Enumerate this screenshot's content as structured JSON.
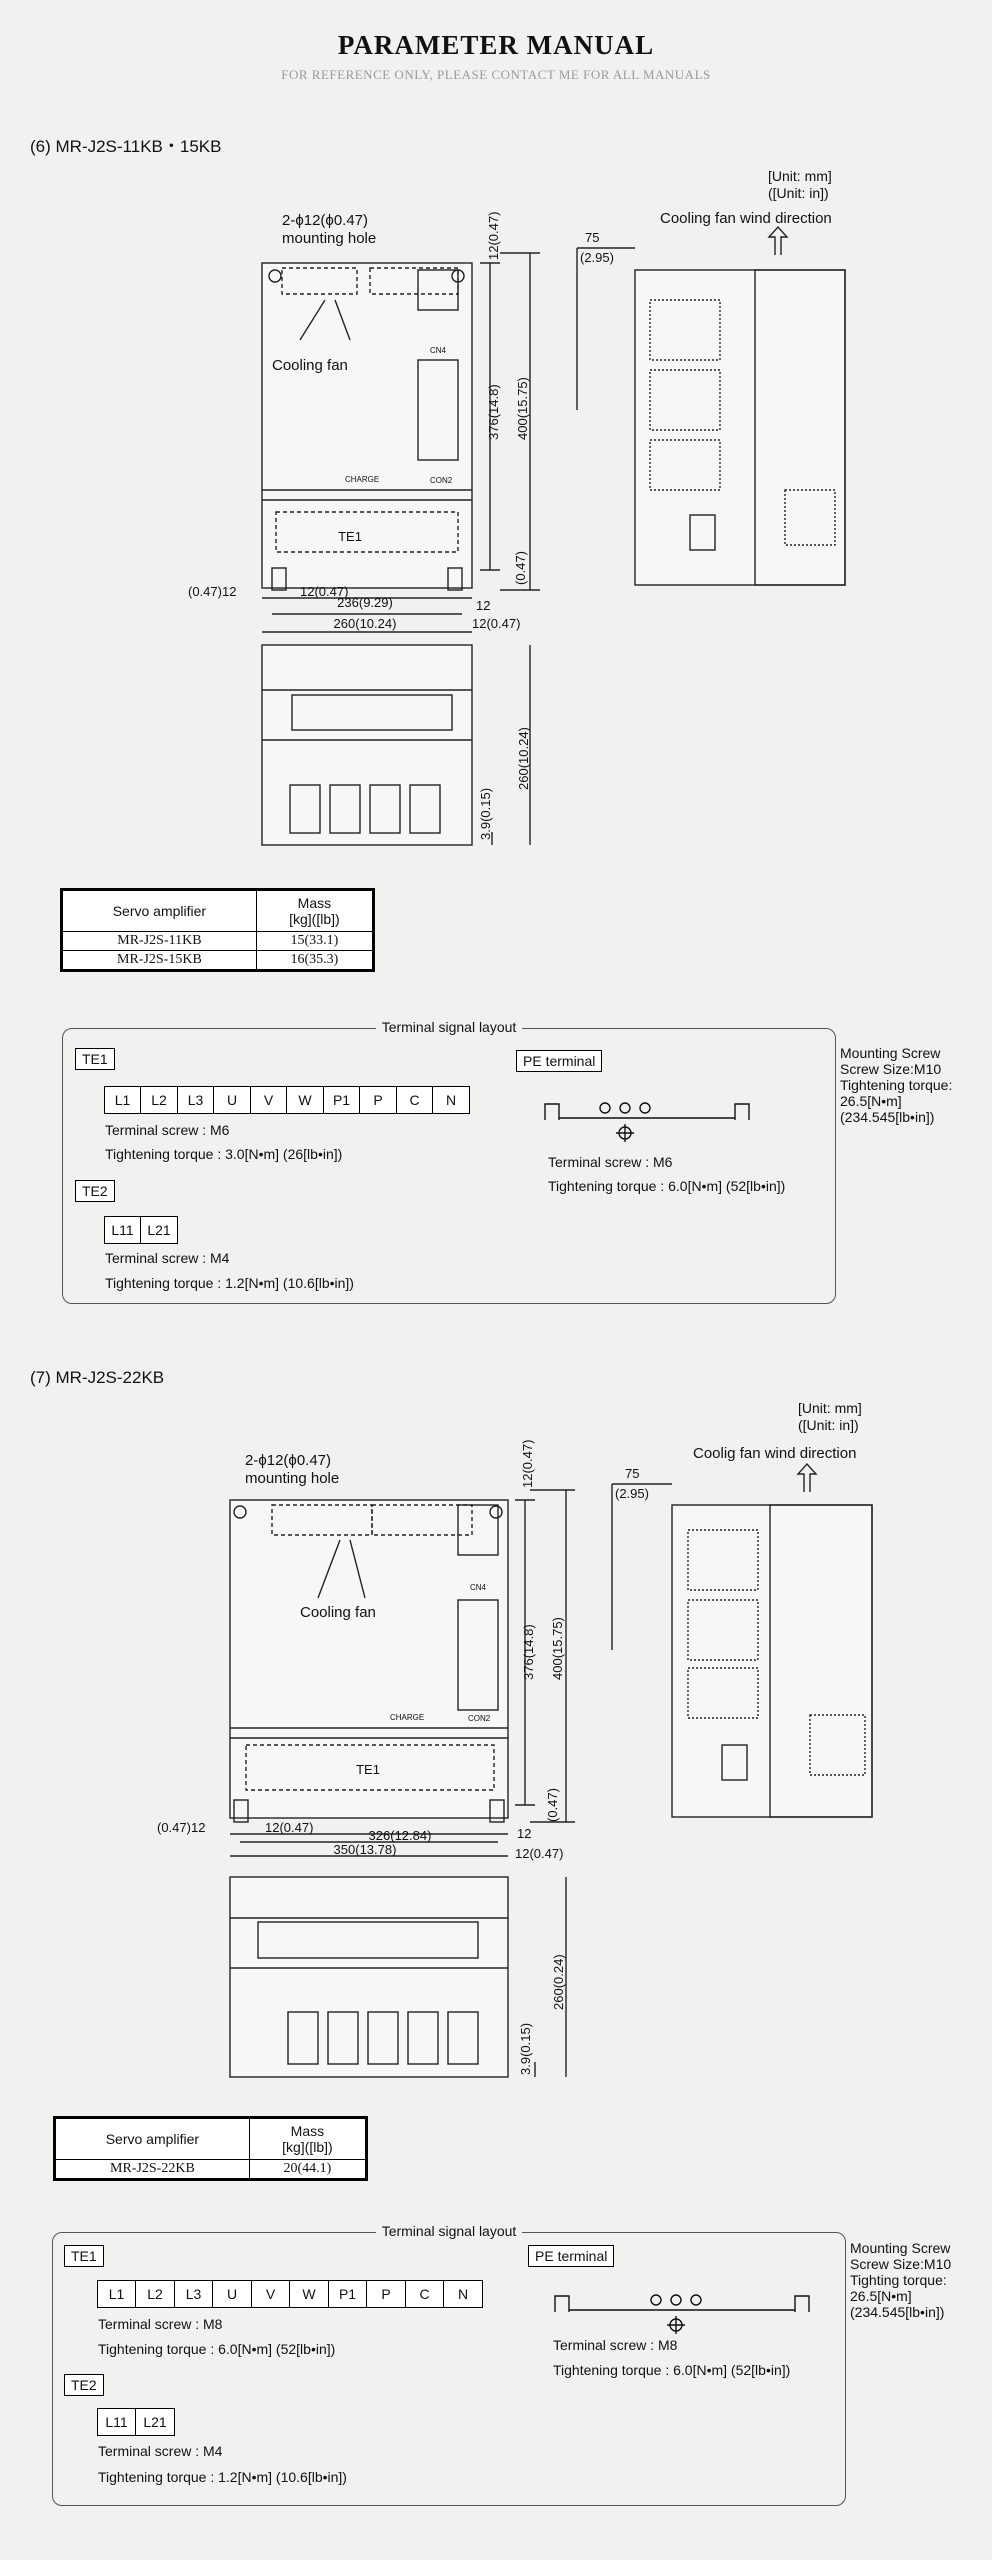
{
  "header": {
    "title": "PARAMETER MANUAL",
    "subtitle": "FOR REFERENCE ONLY, PLEASE CONTACT ME FOR ALL MANUALS"
  },
  "s1": {
    "title": "(6) MR-J2S-11KB・15KB",
    "unit1": "[Unit: mm]",
    "unit2": "([Unit: in])",
    "fan_dir": "Cooling fan wind direction",
    "hole1": "2-ϕ12(ϕ0.47)",
    "hole2": "mounting hole",
    "cooling_fan": "Cooling fan",
    "te1": "TE1",
    "cn4": "CN4",
    "charge": "CHARGE",
    "con2": "CON2",
    "d_top": "12(0.47)",
    "d_376": "376(14.8)",
    "d_400": "400(15.75)",
    "d_b047": "(0.47)",
    "d_left": "(0.47)12",
    "d_12": "12(0.47)",
    "d_236": "236(9.29)",
    "d_260": "260(10.24)",
    "d_r12": "12",
    "d_r047": "12(0.47)",
    "d_side75": "75",
    "d_side295": "(2.95)",
    "d_h260": "260(10.24)",
    "d_39": "3.9(0.15)",
    "mass_h1": "Servo amplifier",
    "mass_h2": "Mass",
    "mass_h3": "[kg]([lb])",
    "mass_rows": [
      {
        "model": "MR-J2S-11KB",
        "mass": "15(33.1)"
      },
      {
        "model": "MR-J2S-15KB",
        "mass": "16(35.3)"
      }
    ],
    "tsl": "Terminal signal layout",
    "te1_cells": [
      "L1",
      "L2",
      "L3",
      "U",
      "V",
      "W",
      "P1",
      "P",
      "C",
      "N"
    ],
    "te1_screw": "Terminal screw : M6",
    "te1_torque": "Tightening torque : 3.0[N•m] (26[lb•in])",
    "te2": "TE2",
    "te2_cells": [
      "L11",
      "L21"
    ],
    "te2_screw": "Terminal screw : M4",
    "te2_torque": "Tightening torque : 1.2[N•m] (10.6[lb•in])",
    "pe": "PE terminal",
    "pe_screw": "Terminal screw : M6",
    "pe_torque": "Tightening torque : 6.0[N•m] (52[lb•in])",
    "side": [
      "Mounting Screw",
      "Screw Size:M10",
      "Tightening torque:",
      "26.5[N•m]",
      "(234.545[lb•in])"
    ]
  },
  "s2": {
    "title": "(7) MR-J2S-22KB",
    "unit1": "[Unit: mm]",
    "unit2": "([Unit: in])",
    "fan_dir": "Coolig fan wind direction",
    "hole1": "2-ϕ12(ϕ0.47)",
    "hole2": "mounting hole",
    "cooling_fan": "Cooling fan",
    "te1": "TE1",
    "cn4": "CN4",
    "charge": "CHARGE",
    "con2": "CON2",
    "d_top": "12(0.47)",
    "d_376": "376(14.8)",
    "d_400": "400(15.75)",
    "d_b047": "(0.47)",
    "d_left": "(0.47)12",
    "d_12": "12(0.47)",
    "d_326": "326(12.84)",
    "d_350": "350(13.78)",
    "d_r12": "12",
    "d_r047": "12(0.47)",
    "d_side75": "75",
    "d_side295": "(2.95)",
    "d_h260": "260(0.24)",
    "d_39": "3.9(0.15)",
    "mass_h1": "Servo amplifier",
    "mass_h2": "Mass",
    "mass_h3": "[kg]([lb])",
    "mass_rows": [
      {
        "model": "MR-J2S-22KB",
        "mass": "20(44.1)"
      }
    ],
    "tsl": "Terminal signal layout",
    "te1_cells": [
      "L1",
      "L2",
      "L3",
      "U",
      "V",
      "W",
      "P1",
      "P",
      "C",
      "N"
    ],
    "te1_screw": "Terminal screw : M8",
    "te1_torque": "Tightening torque : 6.0[N•m] (52[lb•in])",
    "te2": "TE2",
    "te2_cells": [
      "L11",
      "L21"
    ],
    "te2_screw": "Terminal screw : M4",
    "te2_torque": "Tightening torque : 1.2[N•m] (10.6[lb•in])",
    "pe": "PE terminal",
    "pe_screw": "Terminal screw : M8",
    "pe_torque": "Tightening torque : 6.0[N•m] (52[lb•in])",
    "side": [
      "Mounting Screw",
      "Screw Size:M10",
      "Tighting torque:",
      "26.5[N•m]",
      "(234.545[lb•in])"
    ]
  }
}
